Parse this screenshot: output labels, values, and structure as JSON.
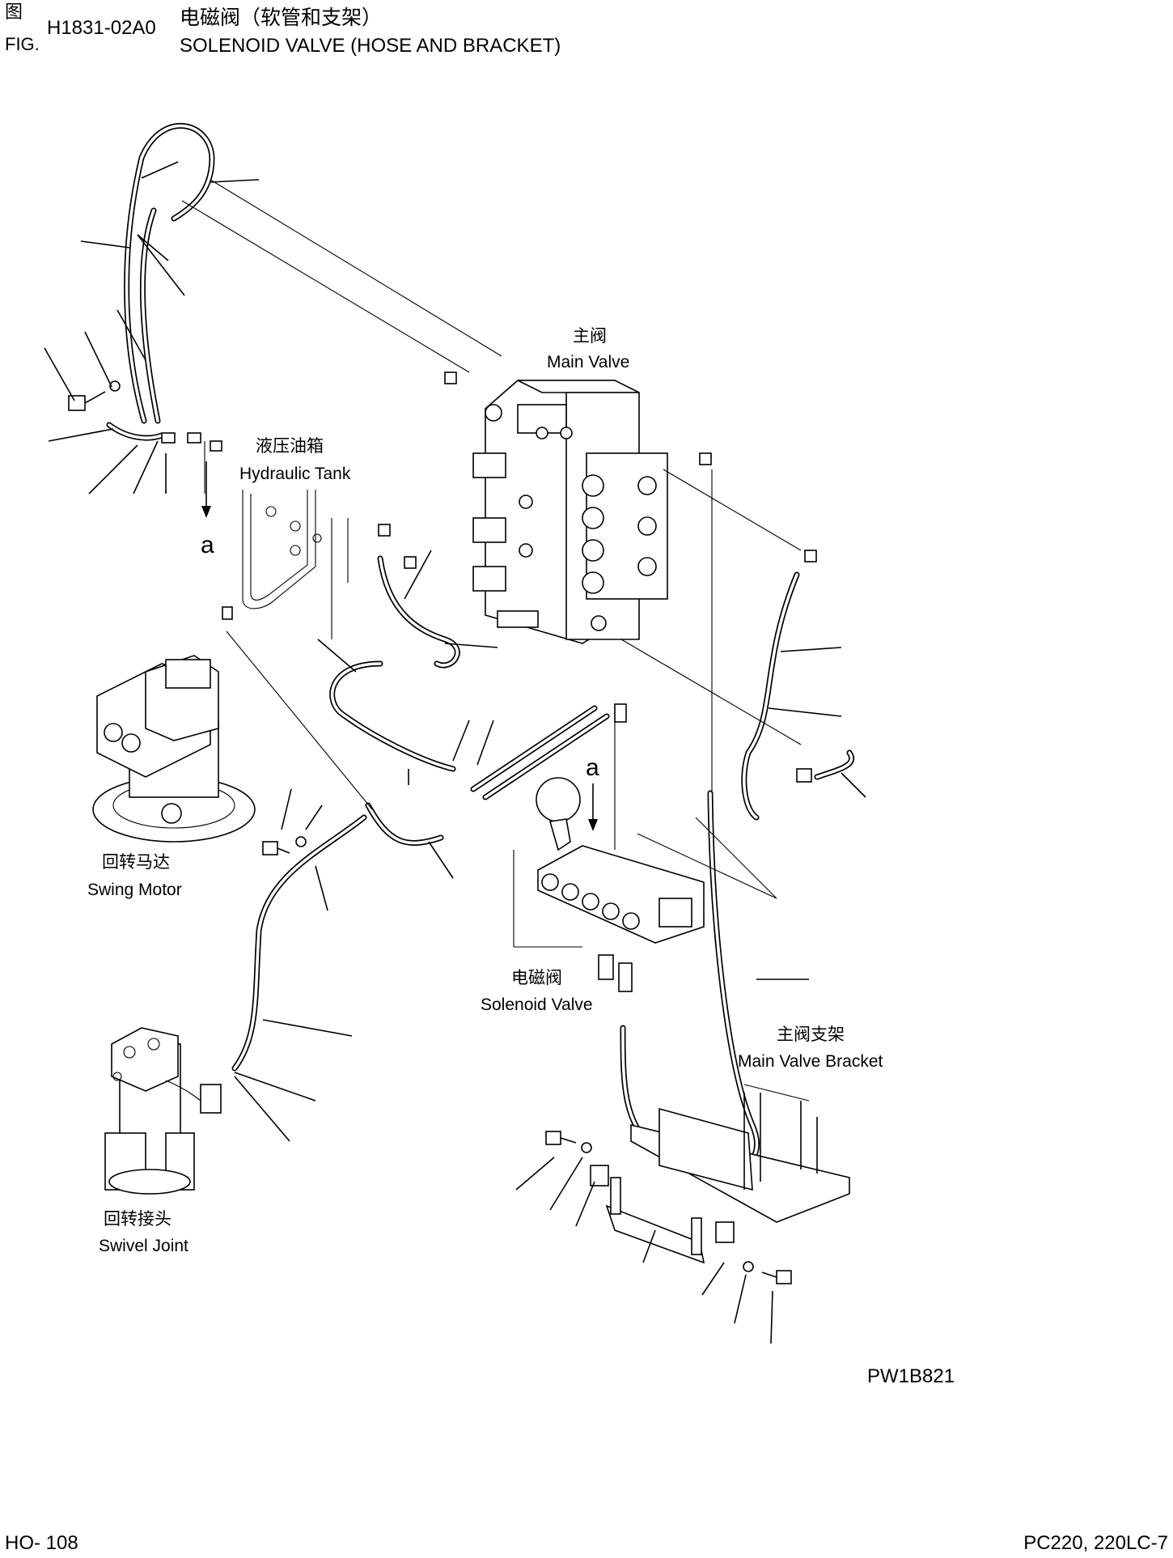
{
  "header": {
    "fig_cn": "图",
    "fig_en": "FIG.",
    "fig_number": "H1831-02A0",
    "title_cn": "电磁阀（软管和支架）",
    "title_en": "SOLENOID VALVE (HOSE AND BRACKET)"
  },
  "labels": {
    "main_valve_cn": "主阀",
    "main_valve_en": "Main Valve",
    "hydraulic_tank_cn": "液压油箱",
    "hydraulic_tank_en": "Hydraulic Tank",
    "swing_motor_cn": "回转马达",
    "swing_motor_en": "Swing Motor",
    "solenoid_valve_cn": "电磁阀",
    "solenoid_valve_en": "Solenoid Valve",
    "main_valve_bracket_cn": "主阀支架",
    "main_valve_bracket_en": "Main Valve Bracket",
    "swivel_joint_cn": "回转接头",
    "swivel_joint_en": "Swivel Joint",
    "view_ref_top": "a",
    "view_ref_mid": "a"
  },
  "footer": {
    "drawing_code": "PW1B821",
    "page": "HO- 108",
    "model": "PC220, 220LC-7"
  }
}
